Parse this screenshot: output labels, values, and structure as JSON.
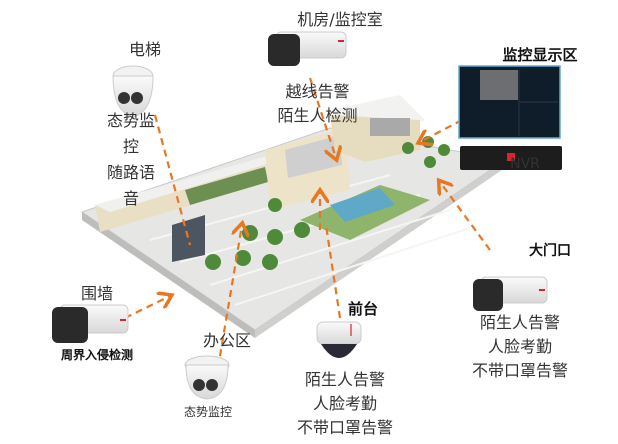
{
  "title_server_room": "机房/监控室",
  "server_room_features": [
    "越线告警",
    "陌生人检测"
  ],
  "elevator": {
    "title": "电梯",
    "features": [
      "态势监",
      "控",
      "随路语",
      "音"
    ]
  },
  "display_area": {
    "title": "监控显示区",
    "nvr_label": "NVR"
  },
  "main_gate": {
    "title": "大门口",
    "features": [
      "陌生人告警",
      "人脸考勤",
      "不带口罩告警"
    ]
  },
  "front_desk": {
    "title": "前台",
    "features": [
      "陌生人告警",
      "人脸考勤",
      "不带口罩告警"
    ]
  },
  "wall": {
    "title": "围墙",
    "feature": "周界入侵检测"
  },
  "office": {
    "title": "办公区",
    "feature": "态势监控"
  },
  "colors": {
    "arrow": "#e87722",
    "camera_red": "#d9232d"
  }
}
